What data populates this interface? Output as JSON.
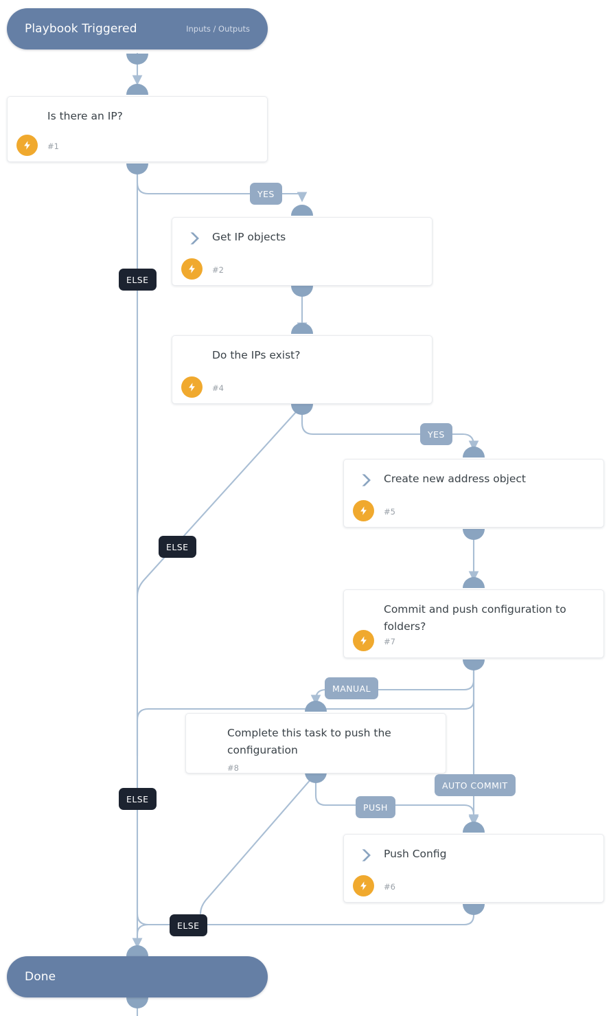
{
  "diagram": {
    "type": "playbook-workflow",
    "colors": {
      "terminal": "#657fa5",
      "card_bg": "#ffffff",
      "edge": "#a9bed4",
      "badge_yes": "#94aac4",
      "badge_else": "#1c2330",
      "bolt": "#f0a92e",
      "diamond": "#8aa4c0",
      "background": "#ffffff"
    }
  },
  "start": {
    "title": "Playbook Triggered",
    "subtitle": "Inputs / Outputs"
  },
  "end": {
    "title": "Done"
  },
  "nodes": [
    {
      "id": "n1",
      "title": "Is there an IP?",
      "number": "#1",
      "icon": "diamond-icon",
      "has_bolt": true
    },
    {
      "id": "n2",
      "title": "Get IP objects",
      "number": "#2",
      "icon": "chevron-icon",
      "has_bolt": true
    },
    {
      "id": "n4",
      "title": "Do the IPs exist?",
      "number": "#4",
      "icon": "diamond-icon",
      "has_bolt": true
    },
    {
      "id": "n5",
      "title": "Create new address object",
      "number": "#5",
      "icon": "chevron-icon",
      "has_bolt": true
    },
    {
      "id": "n7",
      "title": "Commit and push configuration to folders?",
      "number": "#7",
      "icon": "diamond-icon",
      "has_bolt": true
    },
    {
      "id": "n8",
      "title": "Complete this task to push the configuration",
      "number": "#8",
      "icon": "diamond-icon",
      "has_bolt": false
    },
    {
      "id": "n6",
      "title": "Push Config",
      "number": "#6",
      "icon": "chevron-icon",
      "has_bolt": true
    }
  ],
  "edge_labels": [
    {
      "id": "yes1",
      "text": "YES",
      "kind": "yes"
    },
    {
      "id": "else1",
      "text": "ELSE",
      "kind": "else"
    },
    {
      "id": "yes2",
      "text": "YES",
      "kind": "yes"
    },
    {
      "id": "else2",
      "text": "ELSE",
      "kind": "else"
    },
    {
      "id": "man",
      "text": "MANUAL",
      "kind": "yes"
    },
    {
      "id": "auto",
      "text": "AUTO COMMIT",
      "kind": "yes"
    },
    {
      "id": "else3",
      "text": "ELSE",
      "kind": "else"
    },
    {
      "id": "push",
      "text": "PUSH",
      "kind": "yes"
    },
    {
      "id": "else4",
      "text": "ELSE",
      "kind": "else"
    }
  ]
}
